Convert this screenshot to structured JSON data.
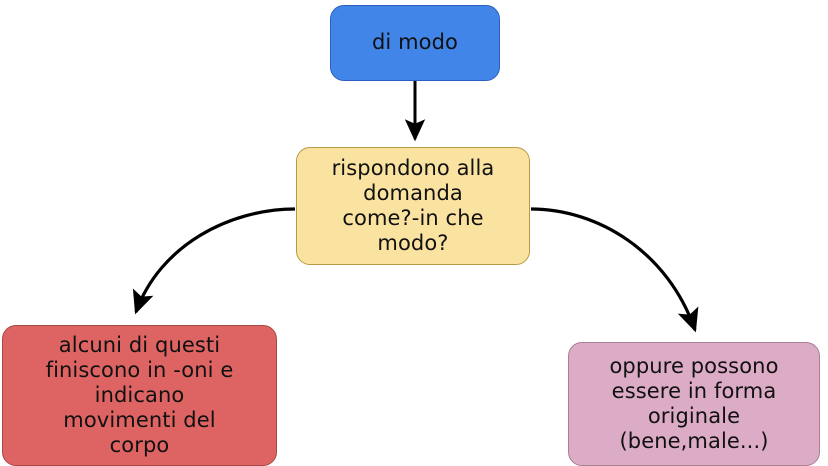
{
  "diagram": {
    "type": "flowchart",
    "background": "#ffffff",
    "nodes": [
      {
        "id": "di-modo",
        "label": "di modo",
        "fill": "#4285E8",
        "stroke": "#2a5fbf",
        "shape": "rounded-rectangle"
      },
      {
        "id": "rispondono",
        "label": "rispondono alla\ndomanda\ncome?-in che\nmodo?",
        "fill": "#FAE3A0",
        "stroke": "#b99a43",
        "shape": "rounded-rectangle"
      },
      {
        "id": "alcuni",
        "label": "alcuni di questi\nfiniscono in -oni e\nindicano\nmovimenti del\ncorpo",
        "fill": "#DD6462",
        "stroke": "#a84845",
        "shape": "rounded-rectangle"
      },
      {
        "id": "oppure",
        "label": "oppure possono\nessere in forma\noriginale\n(bene,male...)",
        "fill": "#DCABC5",
        "stroke": "#a97f93",
        "shape": "rounded-rectangle"
      }
    ],
    "edges": [
      {
        "id": "edge-di-modo-to-rispondono",
        "from": "di-modo",
        "to": "rispondono",
        "style": "straight",
        "color": "#000000",
        "arrowhead": "filled-triangle"
      },
      {
        "id": "edge-rispondono-to-alcuni",
        "from": "rispondono",
        "to": "alcuni",
        "style": "curved",
        "color": "#000000",
        "arrowhead": "filled-triangle"
      },
      {
        "id": "edge-rispondono-to-oppure",
        "from": "rispondono",
        "to": "oppure",
        "style": "curved",
        "color": "#000000",
        "arrowhead": "filled-triangle"
      }
    ]
  }
}
